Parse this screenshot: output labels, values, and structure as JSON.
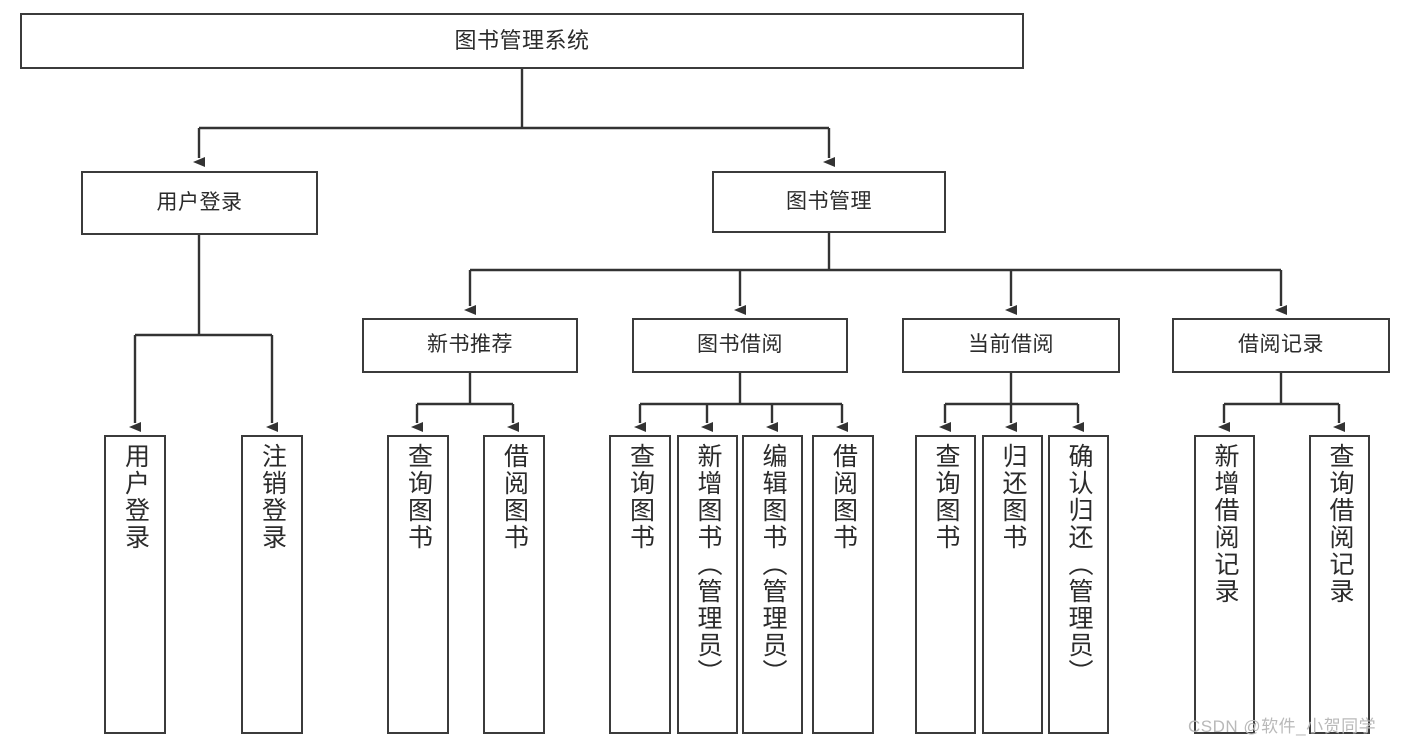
{
  "diagram": {
    "type": "tree",
    "title": "图书管理系统",
    "root": {
      "label": "图书管理系统"
    },
    "level2": [
      {
        "label": "用户登录"
      },
      {
        "label": "图书管理"
      }
    ],
    "level3": [
      {
        "label": "新书推荐"
      },
      {
        "label": "图书借阅"
      },
      {
        "label": "当前借阅"
      },
      {
        "label": "借阅记录"
      }
    ],
    "leaves": {
      "user_login": [
        {
          "label": "用户登录"
        },
        {
          "label": "注销登录"
        }
      ],
      "new_book_recommend": [
        {
          "label": "查询图书"
        },
        {
          "label": "借阅图书"
        }
      ],
      "book_borrow": [
        {
          "label": "查询图书"
        },
        {
          "label": "新增图书（管理员）"
        },
        {
          "label": "编辑图书（管理员）"
        },
        {
          "label": "借阅图书"
        }
      ],
      "current_borrow": [
        {
          "label": "查询图书"
        },
        {
          "label": "归还图书"
        },
        {
          "label": "确认归还（管理员）"
        }
      ],
      "borrow_record": [
        {
          "label": "新增借阅记录"
        },
        {
          "label": "查询借阅记录"
        }
      ]
    }
  },
  "watermark": {
    "text": "CSDN @软件_小贺同学"
  },
  "colors": {
    "box_border": "#3b3b3b",
    "connector": "#333333",
    "text": "#2b2b2b",
    "background": "#ffffff",
    "watermark": "#b9b9b9"
  }
}
